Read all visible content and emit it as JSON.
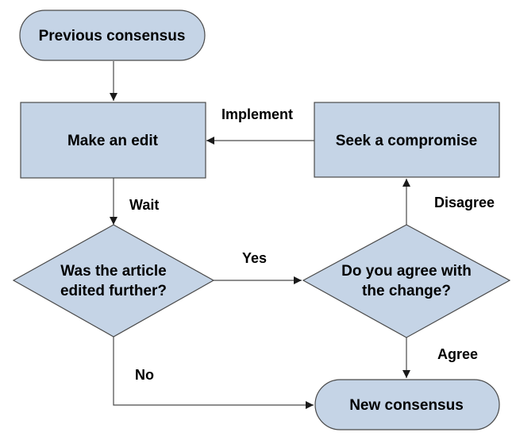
{
  "nodes": {
    "previous_consensus": "Previous consensus",
    "make_edit": "Make an edit",
    "seek_compromise": "Seek a compromise",
    "edited_further": [
      "Was the article",
      "edited further?"
    ],
    "agree_change": [
      "Do you agree with",
      "the change?"
    ],
    "new_consensus": "New consensus"
  },
  "edges": {
    "wait": "Wait",
    "yes": "Yes",
    "no": "No",
    "disagree": "Disagree",
    "agree": "Agree",
    "implement": "Implement"
  },
  "colors": {
    "shape_fill": "#c5d4e6",
    "stroke": "#4a4a4a"
  }
}
